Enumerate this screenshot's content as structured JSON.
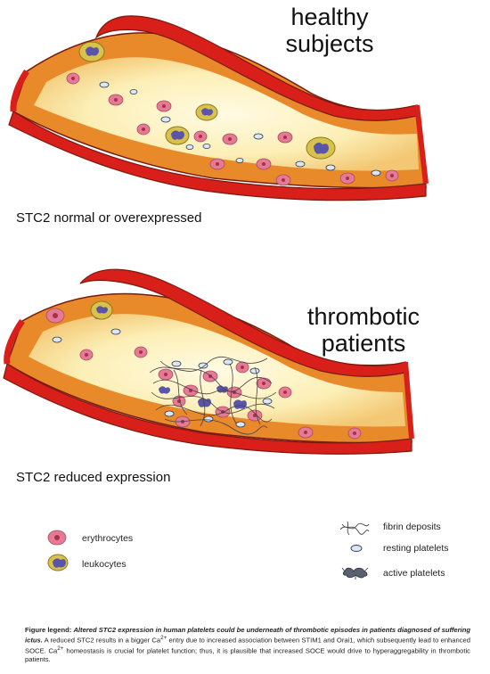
{
  "panels": {
    "healthy": {
      "title_line1": "healthy",
      "title_line2": "subjects",
      "condition": "STC2 normal or overexpressed"
    },
    "thrombotic": {
      "title_line1": "thrombotic",
      "title_line2": "patients",
      "condition": "STC2 reduced expression"
    }
  },
  "legend": {
    "erythrocytes": "erythrocytes",
    "leukocytes": "leukocytes",
    "fibrin": "fibrin deposits",
    "resting": "resting platelets",
    "active": "active platelets"
  },
  "caption": {
    "lead": "Figure legend:",
    "lead_desc": "Altered STC2 expression in human platelets could be underneath of thrombotic episodes in patients diagnosed of suffering ictus.",
    "part1": "A reduced STC2 results in a bigger Ca",
    "sup1": "2+",
    "part2": "entry due to increased association between STIM1 and Orai1, which subsequently lead to enhanced SOCE. Ca",
    "sup2": "2+",
    "part3": "homeostasis is crucial for platelet function; thus, it is plausible that increased SOCE would drive to hyperaggregability in thrombotic patients."
  },
  "colors": {
    "vessel_wall": "#d91f1a",
    "vessel_outline": "#7a1a10",
    "vessel_orange": "#e8892a",
    "lumen": "#fdf4c4",
    "erythrocyte": "#e57a95",
    "leukocyte": "#d9c24a",
    "leukocyte_nucleus": "#5a55a8",
    "platelet": "#dfe6f0"
  }
}
